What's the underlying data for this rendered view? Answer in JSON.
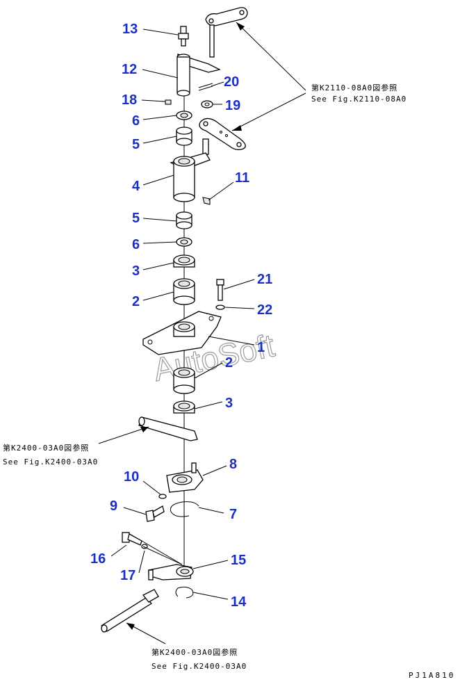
{
  "watermark": "AutoSoft",
  "drawing_code": "PJ1A810",
  "refs": [
    {
      "jp": "第K2110-08A0図参照",
      "en": "See Fig.K2110-08A0"
    },
    {
      "jp": "第K2400-03A0図参照",
      "en": "See Fig.K2400-03A0"
    },
    {
      "jp": "第K2400-03A0図参照",
      "en": "See Fig.K2400-03A0"
    }
  ],
  "labels": [
    "13",
    "12",
    "20",
    "18",
    "19",
    "6",
    "5",
    "4",
    "11",
    "5",
    "6",
    "3",
    "2",
    "21",
    "22",
    "1",
    "2",
    "3",
    "8",
    "10",
    "9",
    "7",
    "16",
    "15",
    "17",
    "14"
  ],
  "colors": {
    "label": "#1a2fc8",
    "watermark": "#9a9a9a"
  }
}
